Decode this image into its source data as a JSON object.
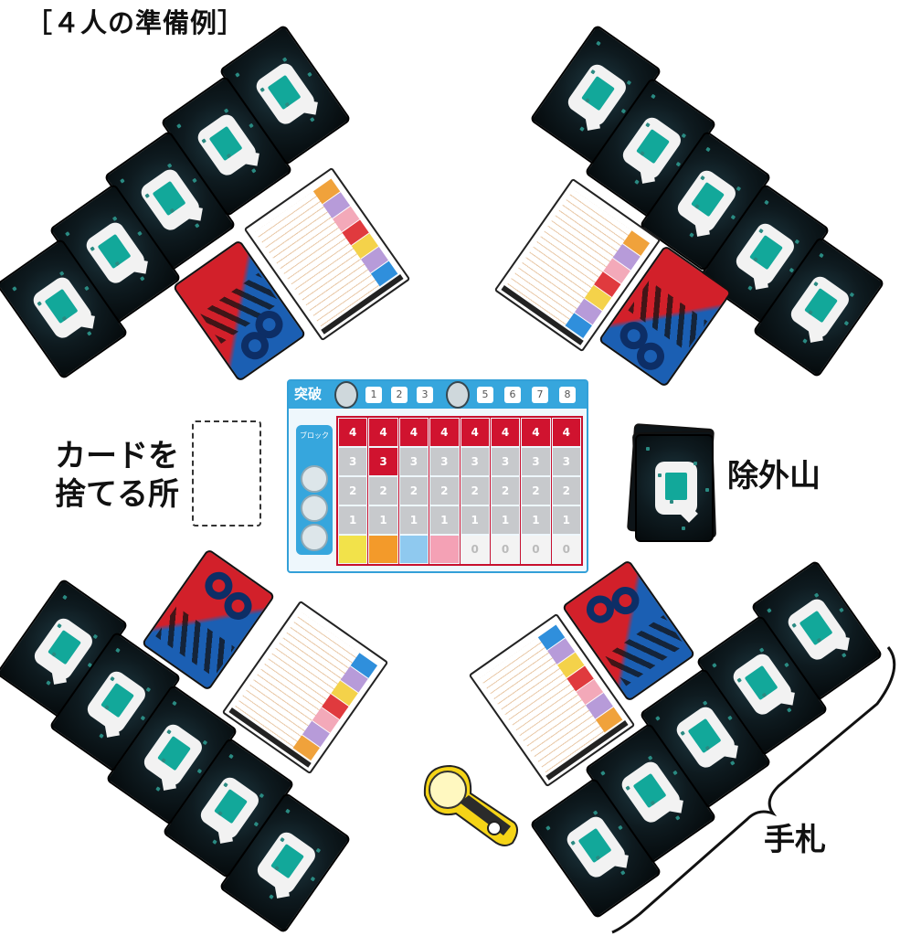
{
  "title": "［４人の準備例］",
  "labels": {
    "discard_line1": "カードを",
    "discard_line2": "捨てる所",
    "removed_pile": "除外山",
    "hand": "手札"
  },
  "board": {
    "title": "突破",
    "numbers": [
      "1",
      "2",
      "3",
      "5",
      "6",
      "7",
      "8"
    ],
    "block_label": "ブロック",
    "column_rows": [
      [
        "4",
        "3",
        "2",
        "1",
        "c0"
      ],
      [
        "4",
        "3",
        "2",
        "1",
        "c1"
      ],
      [
        "4",
        "3",
        "2",
        "1",
        "c2"
      ],
      [
        "4",
        "3",
        "2",
        "1",
        "c3"
      ],
      [
        "4",
        "3",
        "2",
        "1",
        "0"
      ],
      [
        "4",
        "3",
        "2",
        "1",
        "0"
      ],
      [
        "4",
        "3",
        "2",
        "1",
        "0"
      ],
      [
        "4",
        "3",
        "2",
        "1",
        "0"
      ]
    ]
  },
  "colors": {
    "board_blue": "#36a6dd",
    "board_red": "#d0132f",
    "team_red": "#d2202a",
    "team_blue": "#1b5fb3",
    "card_teal": "#12a89a"
  },
  "icons": [
    "robot-icon",
    "flashlight-icon",
    "q-logo-icon"
  ]
}
